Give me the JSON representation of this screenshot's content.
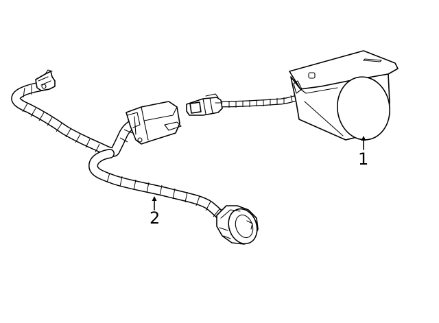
{
  "callouts": [
    {
      "id": "1",
      "label": "1",
      "part": "camera"
    },
    {
      "id": "2",
      "label": "2",
      "part": "wiring-harness"
    }
  ],
  "colors": {
    "line": "#000000",
    "background": "#ffffff"
  }
}
